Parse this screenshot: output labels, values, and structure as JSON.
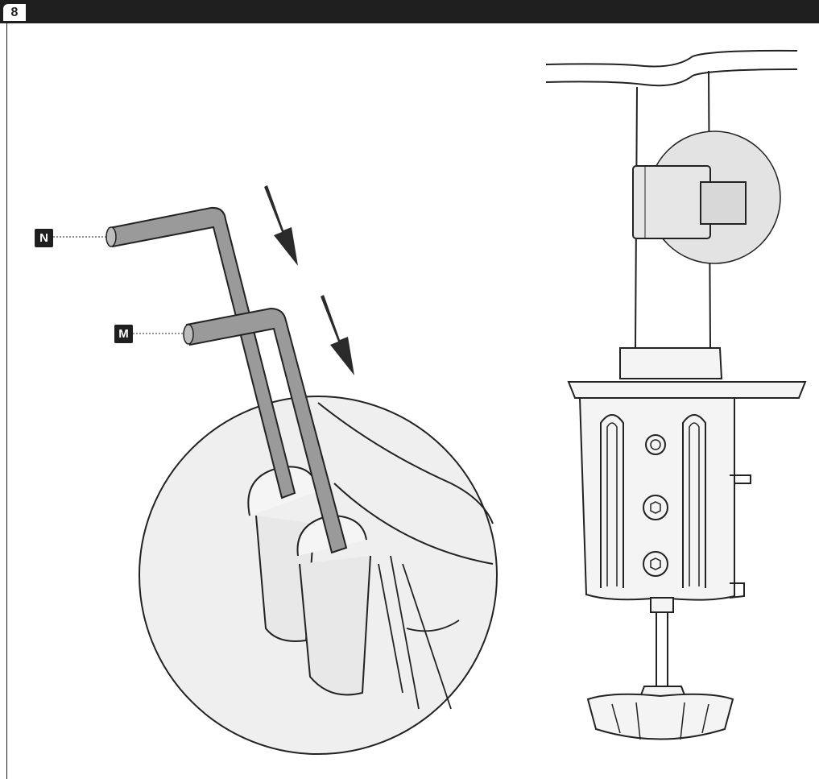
{
  "step": {
    "number": "8"
  },
  "callouts": {
    "n": "N",
    "m": "M"
  }
}
